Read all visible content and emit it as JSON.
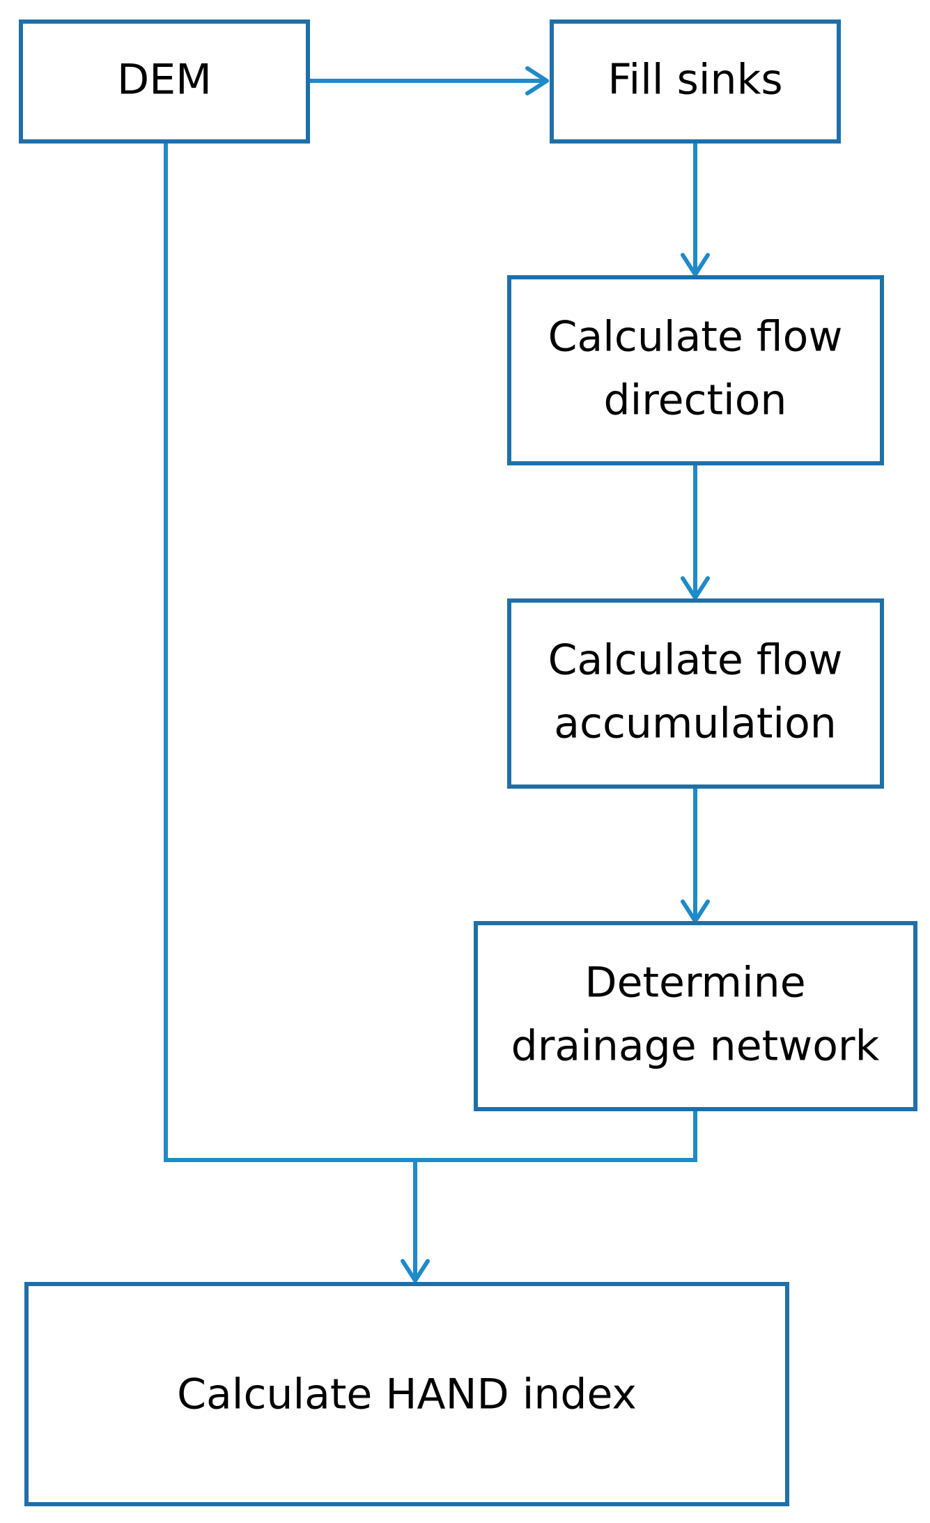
{
  "colors": {
    "box_border": "#1f6fa8",
    "connector": "#1f8ac9",
    "text": "#000000",
    "background": "#ffffff"
  },
  "nodes": {
    "dem": {
      "lines": [
        "DEM"
      ]
    },
    "fill_sinks": {
      "lines": [
        "Fill sinks"
      ]
    },
    "flow_direction": {
      "lines": [
        "Calculate flow",
        "direction"
      ]
    },
    "flow_accumulation": {
      "lines": [
        "Calculate flow",
        "accumulation"
      ]
    },
    "drainage_network": {
      "lines": [
        "Determine",
        "drainage network"
      ]
    },
    "hand_index": {
      "lines": [
        "Calculate HAND index"
      ]
    }
  },
  "edges": [
    {
      "from": "dem",
      "to": "fill_sinks"
    },
    {
      "from": "fill_sinks",
      "to": "flow_direction"
    },
    {
      "from": "flow_direction",
      "to": "flow_accumulation"
    },
    {
      "from": "flow_accumulation",
      "to": "drainage_network"
    },
    {
      "from": "dem",
      "to": "hand_index"
    },
    {
      "from": "drainage_network",
      "to": "hand_index"
    }
  ]
}
